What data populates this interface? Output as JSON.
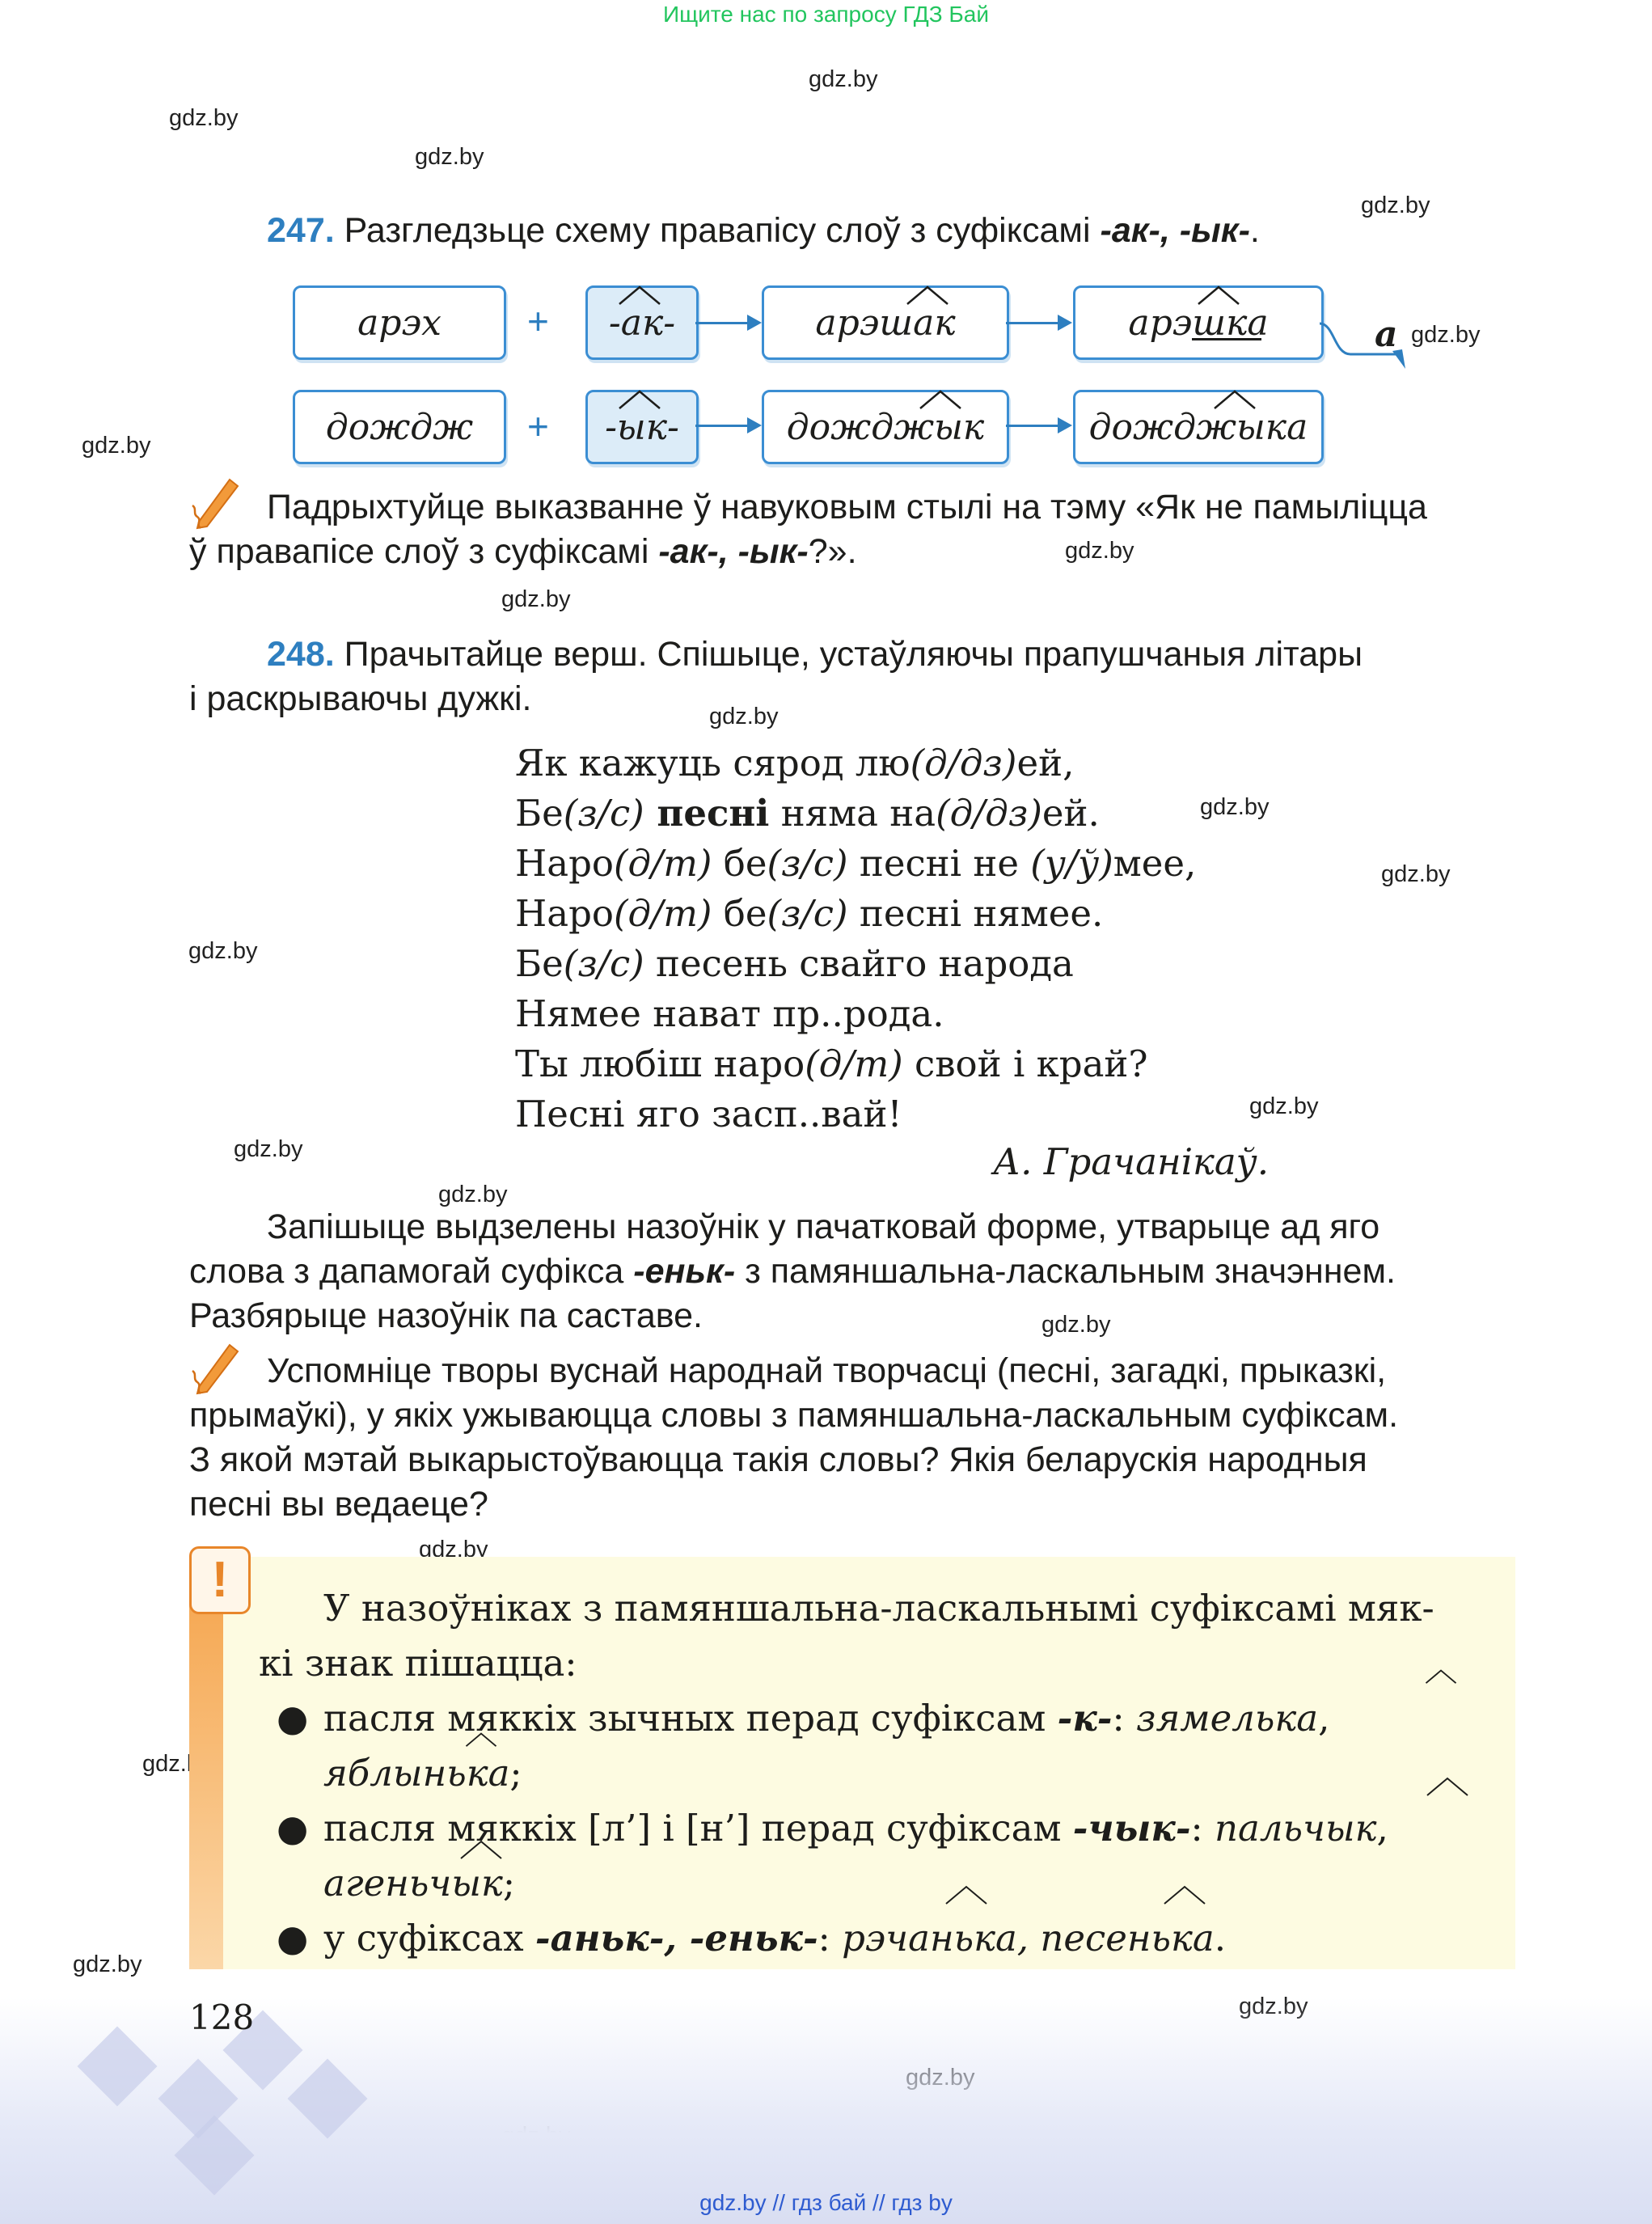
{
  "top_banner": "Ищите нас по запросу ГДЗ Бай",
  "watermark": "gdz.by",
  "ex247": {
    "number": "247.",
    "text": "Разгледзьце схему правапісу слоў з суфіксамі ",
    "suffixes": "-ак-, -ык-",
    "end": ".",
    "row1": {
      "root": "арэх",
      "plus": "+",
      "suffix": "-ак-",
      "word1": "арэшак",
      "word2": "арэшка",
      "ending": "а"
    },
    "row2": {
      "root": "дождж",
      "plus": "+",
      "suffix": "-ык-",
      "word1": "дожджык",
      "word2": "дожджыка"
    },
    "task_line1": "Падрыхтуйце выказванне ў навуковым стылі на тэму «Як не памыліцца",
    "task_line2_a": "ў правапісе слоў з суфіксамі ",
    "task_line2_b": "-ак-, -ык-",
    "task_line2_c": "?»."
  },
  "ex248": {
    "number": "248.",
    "intro_line1": "Прачытайце верш. Спішыце, устаўляючы прапушчаныя літары",
    "intro_line2": "і раскрываючы дужкі.",
    "poem": [
      [
        "Як кажуць сярод лю",
        "(д/дз)",
        "ей,"
      ],
      [
        "Бе",
        "(з/с)",
        " песні",
        "  няма на",
        "(д/дз)",
        "ей."
      ],
      [
        "Наро",
        "(д/т)",
        " бе",
        "(з/с)",
        " песні не ",
        "(у/ў)",
        "мее,"
      ],
      [
        "Наро",
        "(д/т)",
        " бе",
        "(з/с)",
        " песні нямее."
      ],
      [
        "Бе",
        "(з/с)",
        " песень свайго народа"
      ],
      [
        "Нямее нават пр..рода."
      ],
      [
        "Ты любіш наро",
        "(д/т)",
        " свой і край?"
      ],
      [
        "Песні яго засп..вай!"
      ]
    ],
    "author": "А. Грачанікаў.",
    "task_line1": "Запішыце выдзелены назоўнік у пачатковай форме, утварыце ад яго",
    "task_line2_a": "слова з дапамогай суфікса ",
    "task_line2_b": "-еньк-",
    "task_line2_c": " з памяншальна-ласкальным значэннем.",
    "task_line3": "Разбярыце назоўнік па саставе.",
    "creative_line1": "Успомніце творы вуснай народнай творчасці (песні, загадкі, прыказкі,",
    "creative_line2": "прымаўкі), у якіх ужываюцца словы з памяншальна-ласкальным суфіксам.",
    "creative_line3": "З якой мэтай выкарыстоўваюцца такія словы? Якія беларускія народныя",
    "creative_line4": "песні вы ведаеце?"
  },
  "rule": {
    "mark": "!",
    "line1": "У назоўніках з памяншальна-ласкальнымі суфіксамі мяк-",
    "line2": "кі знак пішацца:",
    "b1_a": "пасля мяккіх зычных перад суфіксам ",
    "b1_s": "-к-",
    "b1_c": ": ",
    "b1_e1": "зямелька",
    "b1_comma": ",",
    "b1_e2": "яблынька",
    "b1_end": ";",
    "b2_a": "пасля мяккіх [л’] і [н’] перад суфіксам ",
    "b2_s": "-чык-",
    "b2_c": ": ",
    "b2_e1": "пальчык",
    "b2_comma": ",",
    "b2_e2": "агеньчык",
    "b2_end": ";",
    "b3_a": "у суфіксах ",
    "b3_s": "-аньк-, -еньк-",
    "b3_c": ": ",
    "b3_e": "рэчанька, песенька",
    "b3_end": "."
  },
  "page_number": "128",
  "bottom_bar": "gdz.by  //  гдз бай  //  гдз by"
}
